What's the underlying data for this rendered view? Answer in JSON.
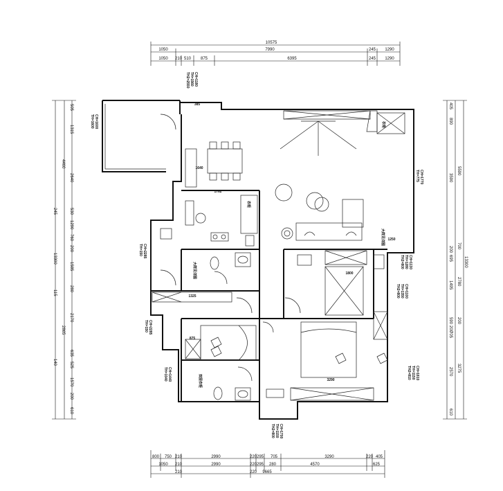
{
  "dimensions": {
    "top_total": "10575",
    "top_row1": [
      "1050",
      "7990",
      "245",
      "1290"
    ],
    "top_row2": [
      "1050",
      "210",
      "510",
      "875",
      "6395",
      "245",
      "1290"
    ],
    "bottom_row1": [
      "800",
      "750",
      "210",
      "2990",
      "220",
      "295",
      "705",
      "3290",
      "220",
      "405"
    ],
    "bottom_row2": [
      "1050",
      "210",
      "2990",
      "220",
      "295",
      "280",
      "4570",
      "625"
    ],
    "bottom_row3": [
      "210",
      "220",
      "9665"
    ],
    "left_outer": [
      "4460",
      "245",
      "13300",
      "115",
      "140"
    ],
    "left_inner": [
      "505",
      "1315",
      "2640",
      "530",
      "1290",
      "760",
      "200",
      "1585",
      "280",
      "2170",
      "2865",
      "635",
      "525",
      "1570",
      "200",
      "610"
    ],
    "right_outer": [
      "13300"
    ],
    "right_inner": [
      "405",
      "890",
      "3590",
      "5590",
      "700",
      "695",
      "200",
      "1495",
      "2780",
      "200",
      "590",
      "200",
      "705",
      "3275",
      "2570",
      "610"
    ]
  },
  "labels": {
    "ch1": [
      "CH=1600",
      "TH=1600"
    ],
    "ch_top": [
      "CH=1180",
      "TH=1560",
      "TH2=2550"
    ],
    "ch_living": [
      "CH=1770",
      "TH=775"
    ],
    "ch_mid": [
      "CH=2285",
      "TH=150"
    ],
    "ch_bath": [
      "CH=1130",
      "TH=1280",
      "TH2=800"
    ],
    "ch_bed2": [
      "CH=1100",
      "TH=1350",
      "TH2=800"
    ],
    "ch_bed3": [
      "CH=2285",
      "TH=150"
    ],
    "ch_small": [
      "CH=1440",
      "TH=1040"
    ],
    "ch_master": [
      "CH=1810",
      "TH=1150",
      "TH2=810"
    ],
    "ch_bottom": [
      "CH=1700",
      "TH=1150",
      "TH2=800"
    ],
    "room_dims": [
      "385",
      "1762",
      "1640",
      "1250",
      "1800",
      "1325",
      "875",
      "3290"
    ]
  },
  "text_notes": [
    "衣柜",
    "衣柜",
    "大样见详图",
    "大样见详图",
    "双层衣柜"
  ]
}
